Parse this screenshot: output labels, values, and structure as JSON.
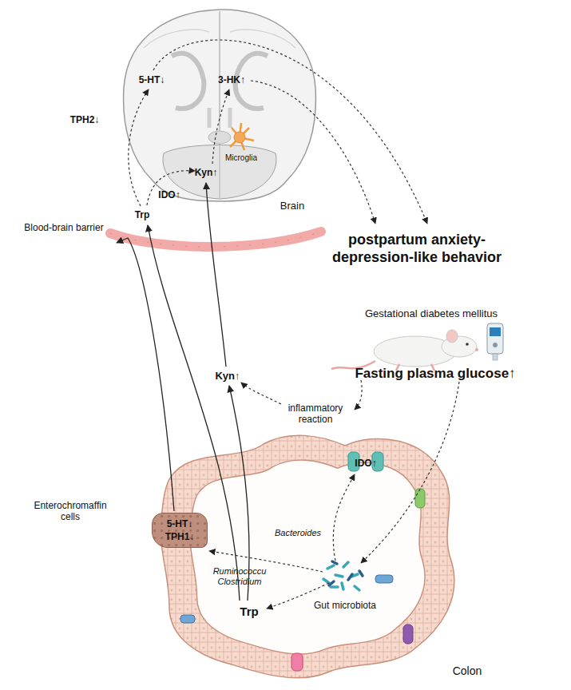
{
  "diagram": {
    "nodes": [
      {
        "text": [
          "5-HT↓",
          "TPH1↓"
        ]
      }
    ],
    "labels": [
      "5-HT↓",
      "3-HK↑",
      "TPH2↓",
      "Microglia",
      "Kyn↑",
      "IDO↑",
      "Trp",
      "Brain",
      "Blood-brain barrier",
      "postpartum anxiety-depression-like behavior",
      "Gestational diabetes mellitus",
      "Fasting plasma glucose↑",
      "inflammatory reaction",
      "Kyn↑",
      "IDO↑",
      "Enterochromaffin cells",
      "Bacteroides",
      "Ruminococcu Clostridium",
      "Trp",
      "Gut microbiota",
      "Colon"
    ]
  }
}
